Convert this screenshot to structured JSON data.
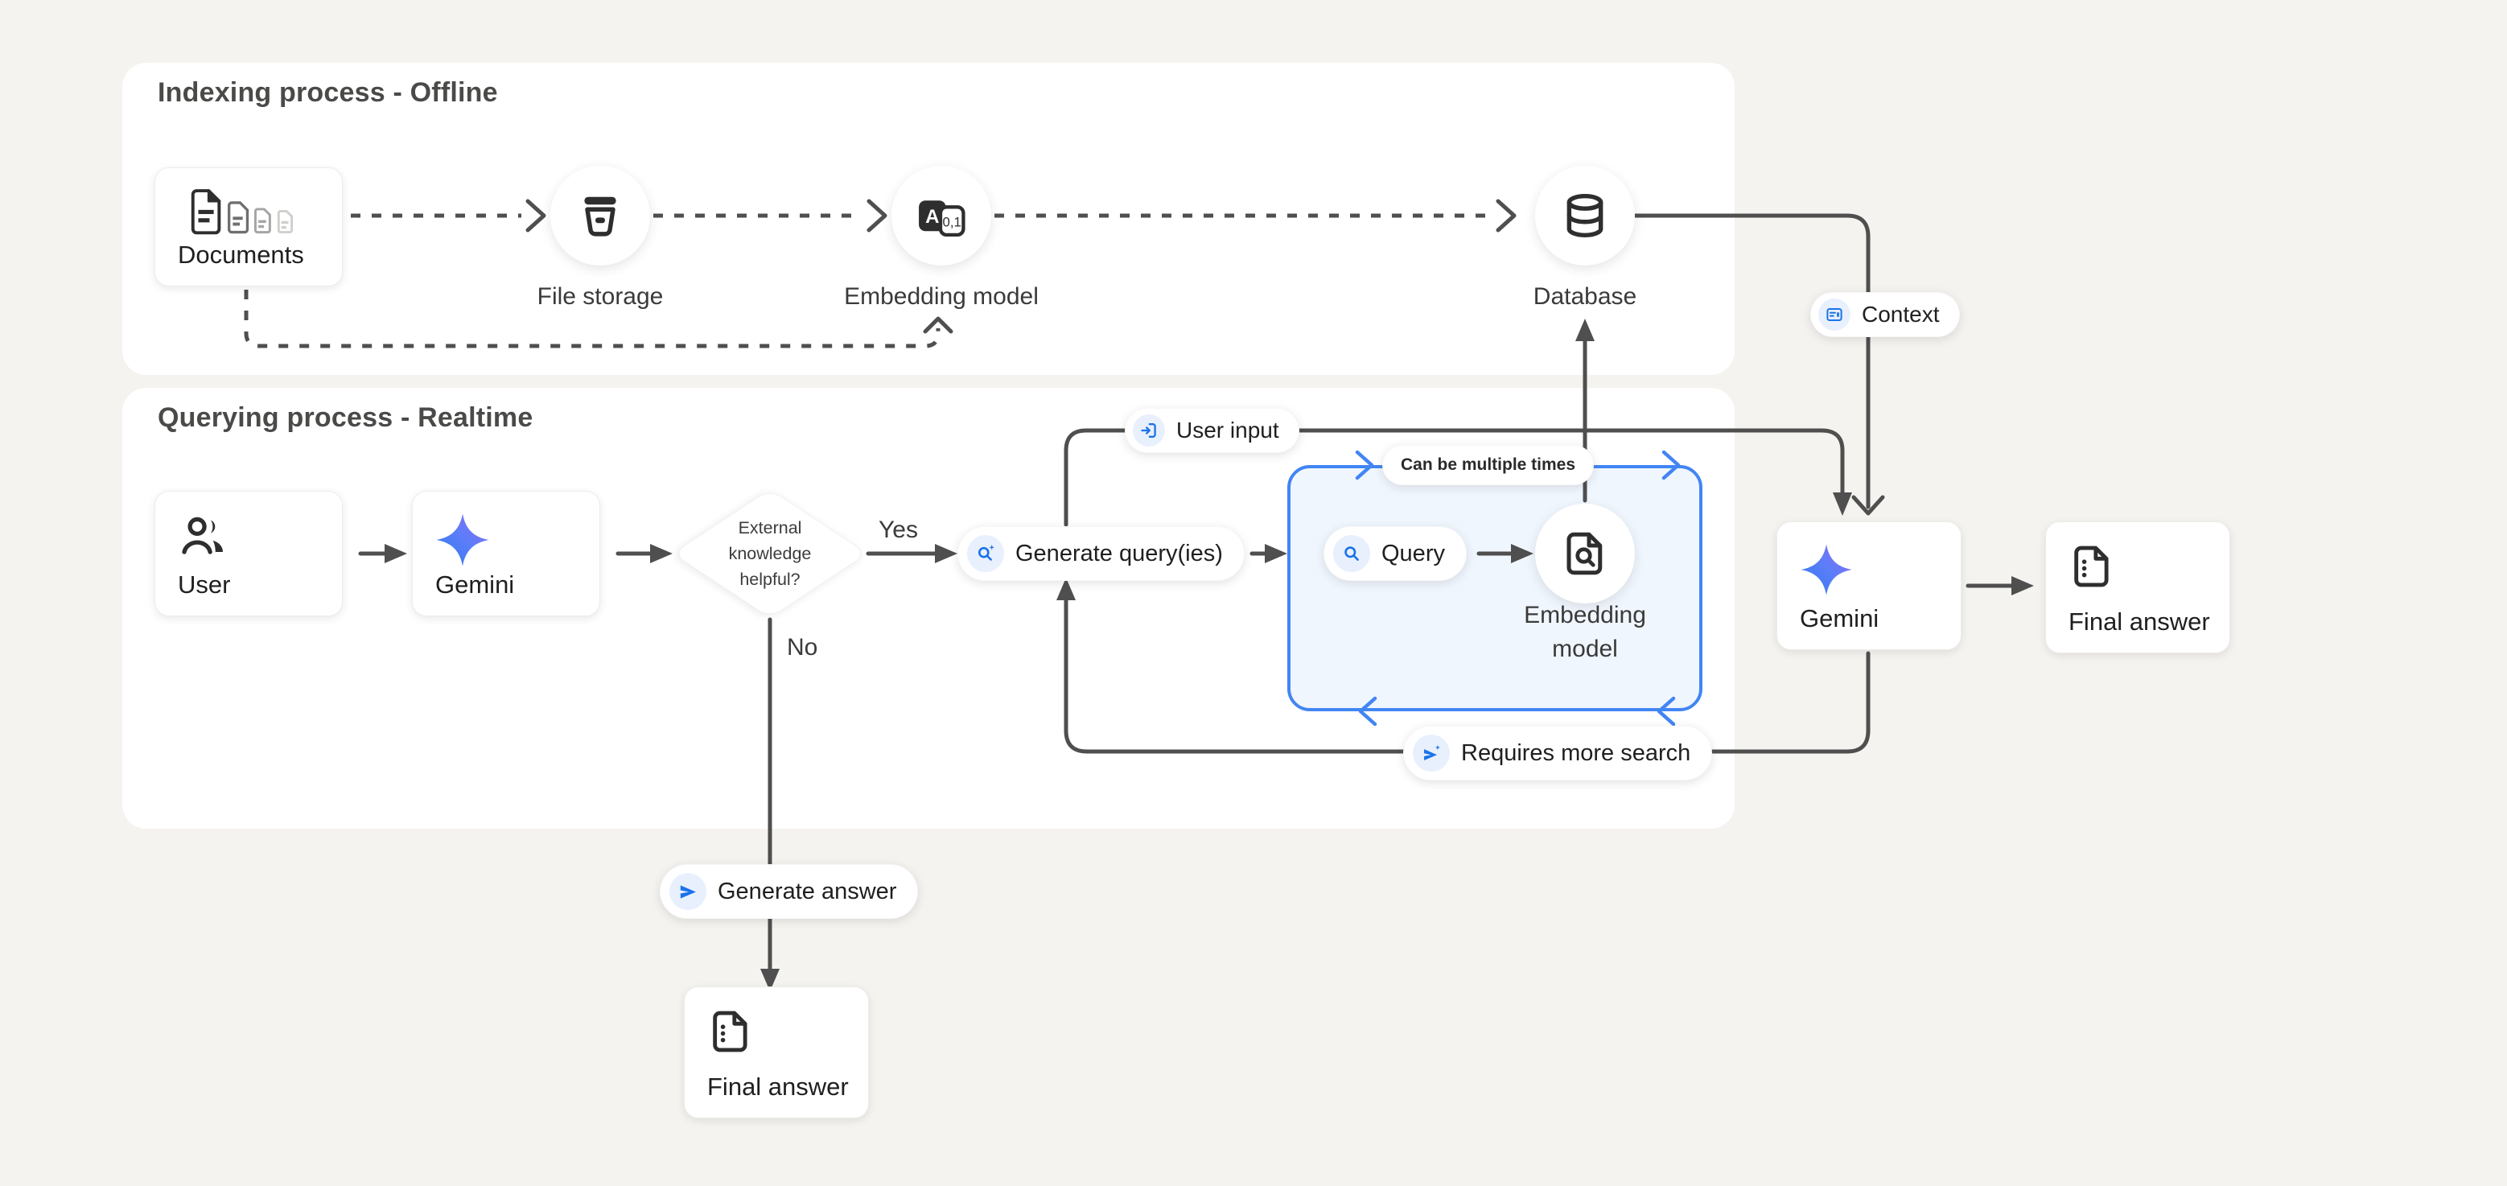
{
  "panels": {
    "indexing": {
      "title": "Indexing process - Offline"
    },
    "querying": {
      "title": "Querying process - Realtime"
    }
  },
  "nodes": {
    "documents": {
      "label": "Documents"
    },
    "file_storage": {
      "label": "File storage"
    },
    "embedding_model_top": {
      "label": "Embedding model"
    },
    "database": {
      "label": "Database"
    },
    "user": {
      "label": "User"
    },
    "gemini_left": {
      "label": "Gemini"
    },
    "decision": {
      "label": "External knowledge helpful?"
    },
    "generate_queries": {
      "label": "Generate query(ies)"
    },
    "query": {
      "label": "Query"
    },
    "embedding_model_query": {
      "label": "Embedding model"
    },
    "gemini_right": {
      "label": "Gemini"
    },
    "final_answer_right": {
      "label": "Final answer"
    },
    "generate_answer": {
      "label": "Generate answer"
    },
    "final_answer_bottom": {
      "label": "Final answer"
    }
  },
  "badges": {
    "user_input": {
      "label": "User input"
    },
    "context": {
      "label": "Context"
    },
    "can_be_multiple_times": {
      "label": "Can be multiple times"
    },
    "requires_more_search": {
      "label": "Requires more search"
    }
  },
  "edges": {
    "yes": "Yes",
    "no": "No"
  },
  "colors": {
    "background": "#f5f3ef",
    "panel": "#ffffff",
    "wire_gray": "#4f4f4f",
    "accent_blue": "#1a73e8",
    "loop_border_blue": "#4285f4",
    "loop_fill_blue": "#f0f6fd",
    "icon_chip_blue": "#e8f0fe",
    "gemini_gradient_start": "#2e7bf0",
    "gemini_gradient_end": "#9168f3"
  }
}
